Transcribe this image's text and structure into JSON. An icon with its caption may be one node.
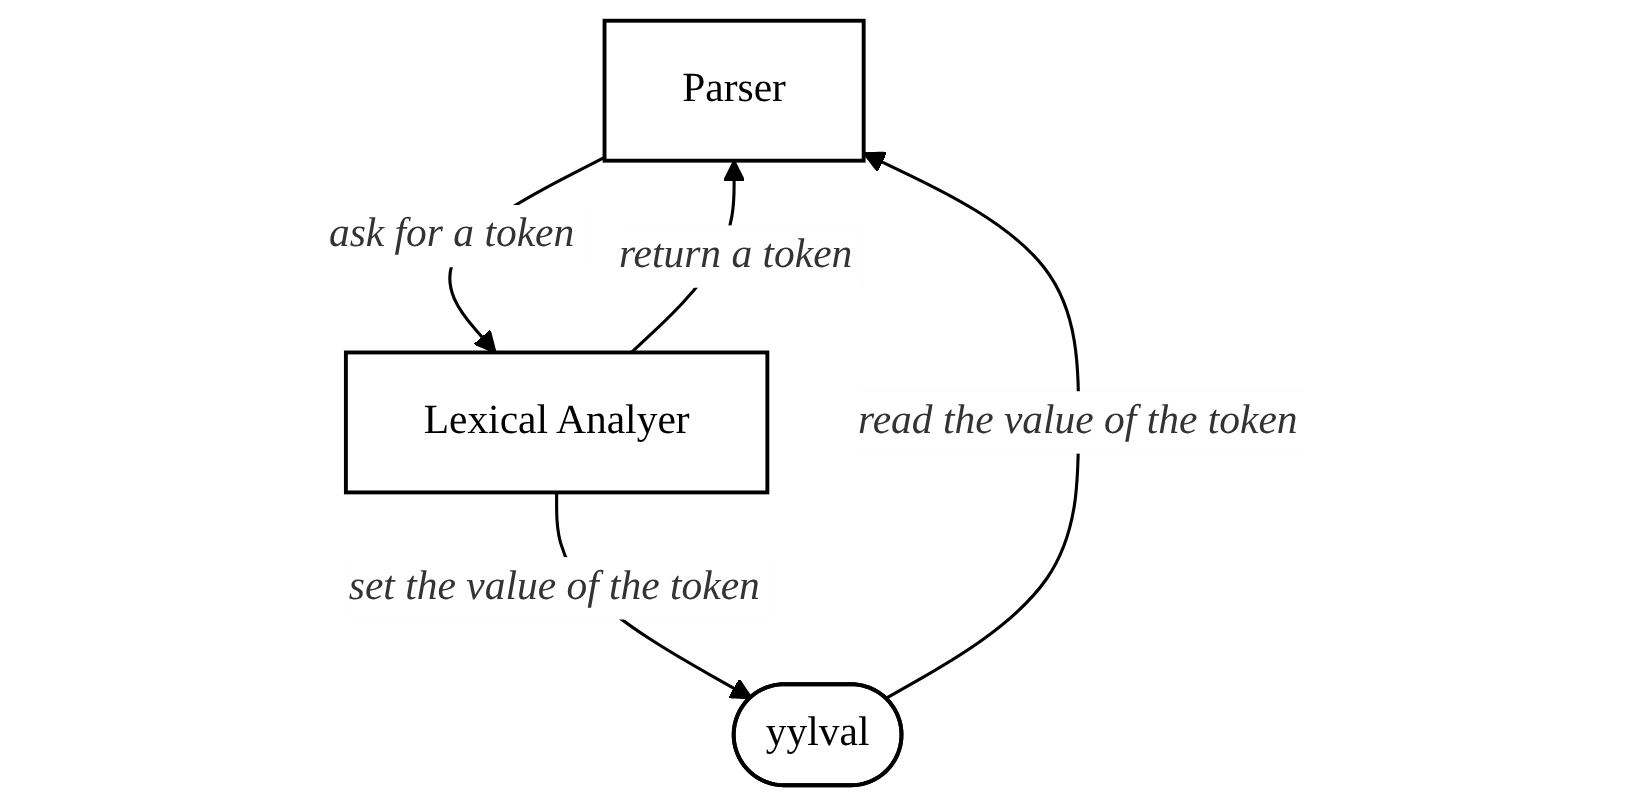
{
  "diagram": {
    "nodes": [
      {
        "text": [
          "Parser"
        ]
      },
      {
        "text": [
          "Lexical Analyer"
        ]
      },
      {
        "text": [
          "yylval"
        ]
      }
    ],
    "edges": [
      {
        "from": 0,
        "to": 1,
        "arrow": "to",
        "label": "ask for a token"
      },
      {
        "from": 1,
        "to": 0,
        "arrow": "to",
        "label": "return a token"
      },
      {
        "from": 2,
        "to": 0,
        "arrow": "to",
        "label": "read the value of the token"
      },
      {
        "from": 1,
        "to": 2,
        "arrow": "to",
        "label": "set the value of the token"
      }
    ]
  }
}
